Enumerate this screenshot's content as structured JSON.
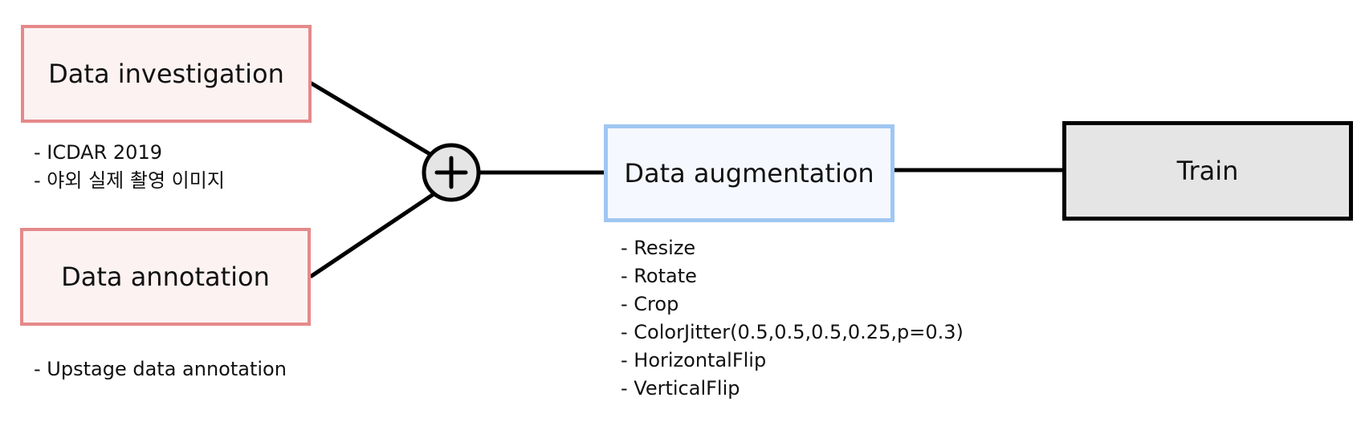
{
  "diagram": {
    "nodes": {
      "data_investigation": {
        "label": "Data investigation",
        "notes": [
          "- ICDAR 2019",
          "- 야외 실제 촬영 이미지"
        ]
      },
      "data_annotation": {
        "label": "Data annotation",
        "notes": [
          "- Upstage data annotation"
        ]
      },
      "combine": {
        "symbol": "plus-in-circle"
      },
      "data_augmentation": {
        "label": "Data augmentation",
        "notes": [
          "- Resize",
          "- Rotate",
          "- Crop",
          "- ColorJitter(0.5,0.5,0.5,0.25,p=0.3)",
          "- HorizontalFlip",
          "- VerticalFlip"
        ]
      },
      "train": {
        "label": "Train"
      }
    },
    "edges": [
      [
        "data_investigation",
        "combine"
      ],
      [
        "data_annotation",
        "combine"
      ],
      [
        "combine",
        "data_augmentation"
      ],
      [
        "data_augmentation",
        "train"
      ]
    ]
  },
  "colors": {
    "source_border": "#e5898a",
    "source_fill": "#fdf2f2",
    "augmentation_border": "#9fc7f2",
    "augmentation_fill": "#f5f8fe",
    "train_border": "#000000",
    "train_fill": "#e5e5e5",
    "connector": "#000000",
    "combine_fill": "#e5e5e5"
  }
}
